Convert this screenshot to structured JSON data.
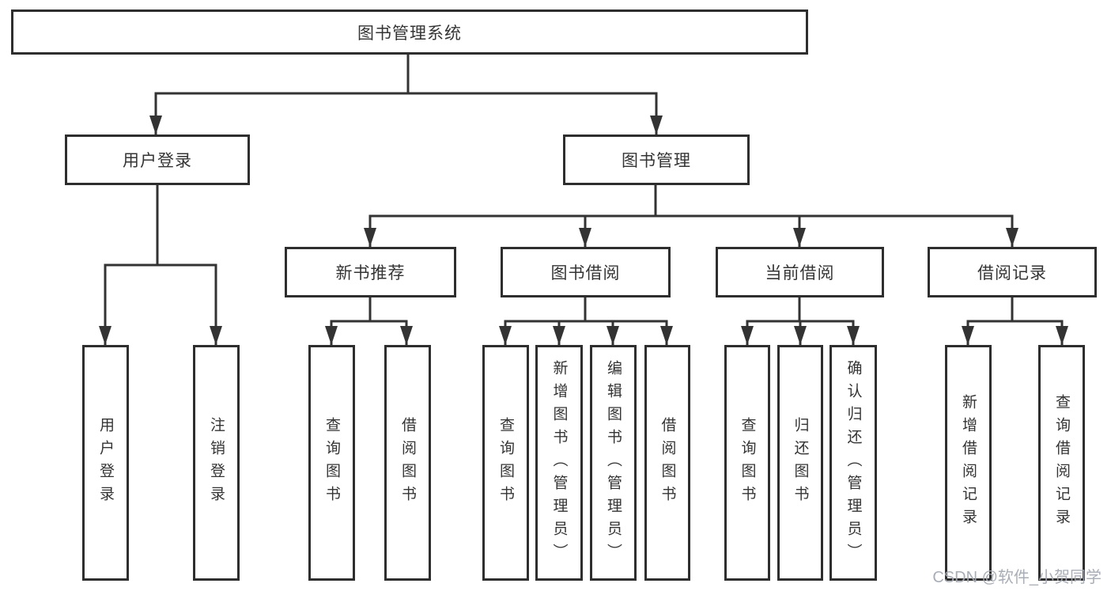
{
  "tree": {
    "root": {
      "label": "图书管理系统"
    },
    "branches": [
      {
        "label": "用户登录",
        "children": [
          {
            "label": "用户登录"
          },
          {
            "label": "注销登录"
          }
        ]
      },
      {
        "label": "图书管理",
        "children": [
          {
            "label": "新书推荐",
            "children": [
              {
                "label": "查询图书"
              },
              {
                "label": "借阅图书"
              }
            ]
          },
          {
            "label": "图书借阅",
            "children": [
              {
                "label": "查询图书"
              },
              {
                "label": "新增图书（管理员）"
              },
              {
                "label": "编辑图书（管理员）"
              },
              {
                "label": "借阅图书"
              }
            ]
          },
          {
            "label": "当前借阅",
            "children": [
              {
                "label": "查询图书"
              },
              {
                "label": "归还图书"
              },
              {
                "label": "确认归还（管理员）"
              }
            ]
          },
          {
            "label": "借阅记录",
            "children": [
              {
                "label": "新增借阅记录"
              },
              {
                "label": "查询借阅记录"
              }
            ]
          }
        ]
      }
    ]
  },
  "watermark": {
    "text": "CSDN @软件_小贺同学"
  },
  "colors": {
    "line": "#333333",
    "box_border": "#2e2e2e",
    "text": "#343434",
    "background": "#ffffff",
    "watermark": "#a4aab2"
  }
}
